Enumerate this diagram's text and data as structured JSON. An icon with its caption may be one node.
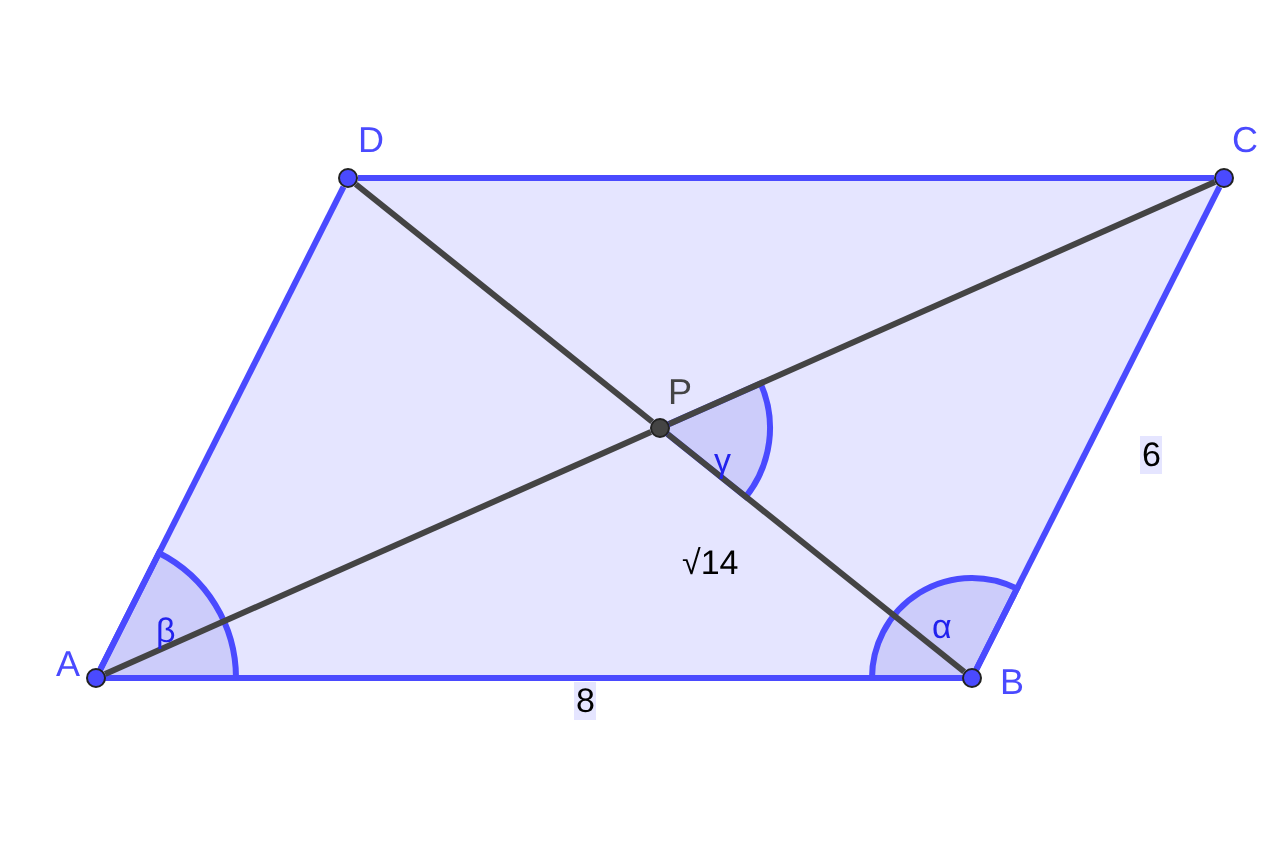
{
  "diagram": {
    "nodes": [
      {
        "text": [
          "D"
        ]
      },
      {
        "text": [
          "C"
        ]
      },
      {
        "text": [
          "P"
        ]
      },
      {
        "text": [
          "A"
        ]
      },
      {
        "text": [
          "B"
        ]
      }
    ],
    "edges": [
      {
        "from": 3,
        "to": 4,
        "arrow": "none",
        "label": "8"
      },
      {
        "from": 4,
        "to": 1,
        "arrow": "none",
        "label": "6"
      },
      {
        "from": 1,
        "to": 0,
        "arrow": "none"
      },
      {
        "from": 0,
        "to": 3,
        "arrow": "none"
      },
      {
        "from": 3,
        "to": 2,
        "arrow": "none",
        "color": "#444444"
      },
      {
        "from": 2,
        "to": 1,
        "arrow": "none",
        "color": "#444444"
      },
      {
        "from": 0,
        "to": 2,
        "arrow": "none",
        "color": "#444444"
      },
      {
        "from": 2,
        "to": 4,
        "arrow": "none",
        "label": "√14",
        "color": "#444444"
      }
    ],
    "labels": [
      "γ",
      "α",
      "β"
    ]
  }
}
